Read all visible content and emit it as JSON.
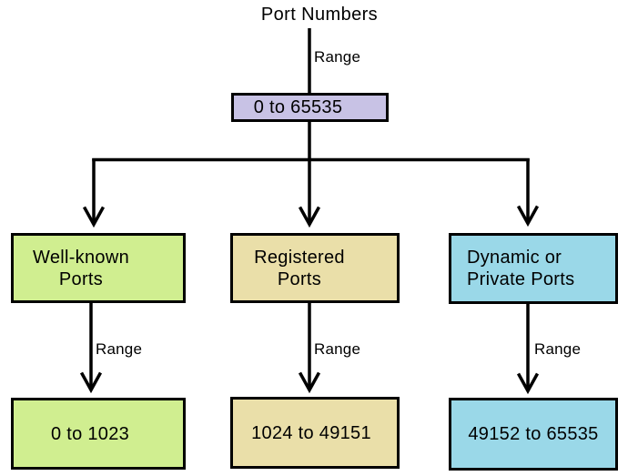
{
  "title": "Port Numbers",
  "colors": {
    "root_fill": "#C8C2E5",
    "well_known_fill": "#D0EE90",
    "registered_fill": "#EADFA9",
    "dynamic_fill": "#9AD8E8",
    "line": "#000000"
  },
  "root": {
    "edge_label": "Range",
    "label": "0 to 65535"
  },
  "branches": [
    {
      "name": "Well-known Ports",
      "label": "Well-known\nPorts",
      "edge_label": "Range",
      "range": "0 to 1023"
    },
    {
      "name": "Registered Ports",
      "label": "Registered\nPorts",
      "edge_label": "Range",
      "range": "1024 to 49151"
    },
    {
      "name": "Dynamic or Private Ports",
      "label": "Dynamic or\nPrivate Ports",
      "edge_label": "Range",
      "range": "49152 to 65535"
    }
  ]
}
